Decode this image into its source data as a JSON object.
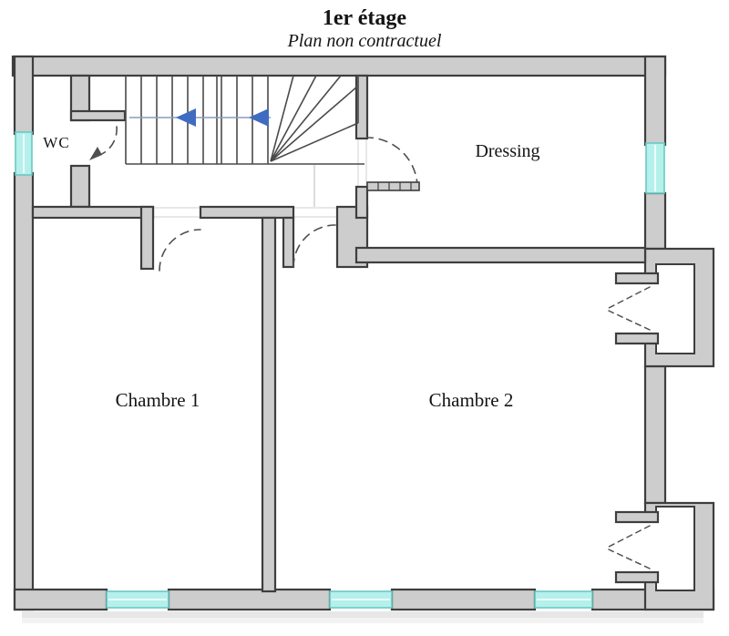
{
  "page": {
    "title": "1er étage",
    "subtitle": "Plan non contractuel"
  },
  "floor_plan": {
    "rooms": {
      "wc": {
        "label": "WC"
      },
      "dressing": {
        "label": "Dressing"
      },
      "chambre1": {
        "label": "Chambre 1"
      },
      "chambre2": {
        "label": "Chambre 2"
      }
    },
    "icons": {
      "stair_direction_arrow": "left-pointing-triangle"
    }
  },
  "colors": {
    "wall_fill": "#cdcdcd",
    "wall_outline": "#3e3e3e",
    "window_glass": "#b4f0ec",
    "window_frame": "#6cc8c2",
    "stair_line": "#4a4a4a",
    "direction_line": "#8b9bbd",
    "direction_arrow": "#3f6cc0",
    "door_dash": "#4f4f4f",
    "text": "#141414",
    "background": "#ffffff"
  }
}
